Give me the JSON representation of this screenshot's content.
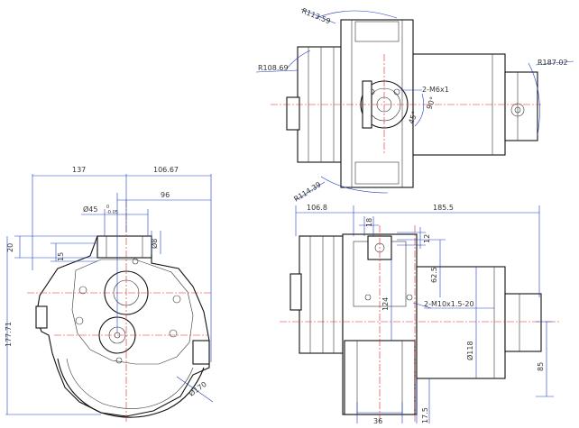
{
  "front_view": {
    "width_left": "137",
    "width_right": "106.67",
    "offset_96": "96",
    "dia_45": "Ø45",
    "tol_upper": "0",
    "tol_lower": "-0.05",
    "dia_8": "Ø8",
    "height_20": "20",
    "height_15": "15",
    "height_total": "177.71",
    "dia_170": "Ø170"
  },
  "top_view": {
    "r_113": "R113.59",
    "r_108": "R108.69",
    "r_187": "R187.02",
    "r_114": "R114.39",
    "thread": "2-M6x1",
    "angle_45": "45°",
    "angle_90": "90°"
  },
  "side_view": {
    "len_106": "106.8",
    "len_185": "185.5",
    "d_18": "18",
    "d_12": "12",
    "d_62": "62.5",
    "d_124": "124",
    "thread": "2-M10x1.5-20",
    "dia_118": "Ø118",
    "d_85": "85",
    "d_36": "36",
    "d_17": "17.5"
  }
}
